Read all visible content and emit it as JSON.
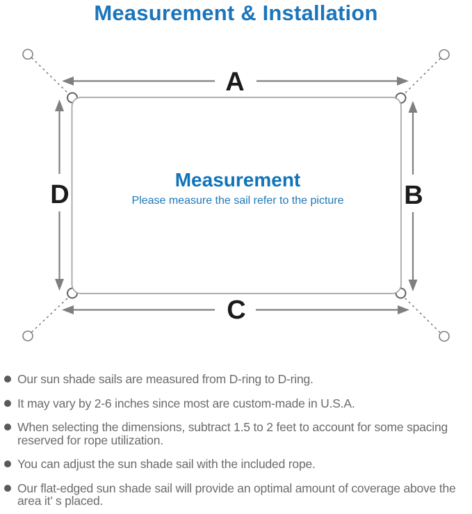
{
  "title": "Measurement & Installation",
  "diagram": {
    "labels": {
      "top": "A",
      "right": "B",
      "bottom": "C",
      "left": "D"
    },
    "center_heading": "Measurement",
    "center_subtitle": "Please measure the sail refer to the picture"
  },
  "notes": [
    "Our sun shade sails are measured from D-ring to D-ring.",
    "It may vary by 2-6 inches since most are custom-made in U.S.A.",
    "When selecting the dimensions, subtract 1.5 to 2 feet to account for some spacing reserved for rope utilization.",
    "You can adjust the sun shade sail with the included rope.",
    "Our flat-edged sun shade sail will provide an optimal amount of coverage above the area it’ s placed."
  ],
  "colors": {
    "title_blue": "#1b75bb",
    "center_blue": "#1173b9",
    "arrow_gray": "#7f7f7f",
    "sail_border_gray": "#a3a3a3",
    "note_text_gray": "#6b6b6b",
    "label_black": "#1b1b1b"
  }
}
